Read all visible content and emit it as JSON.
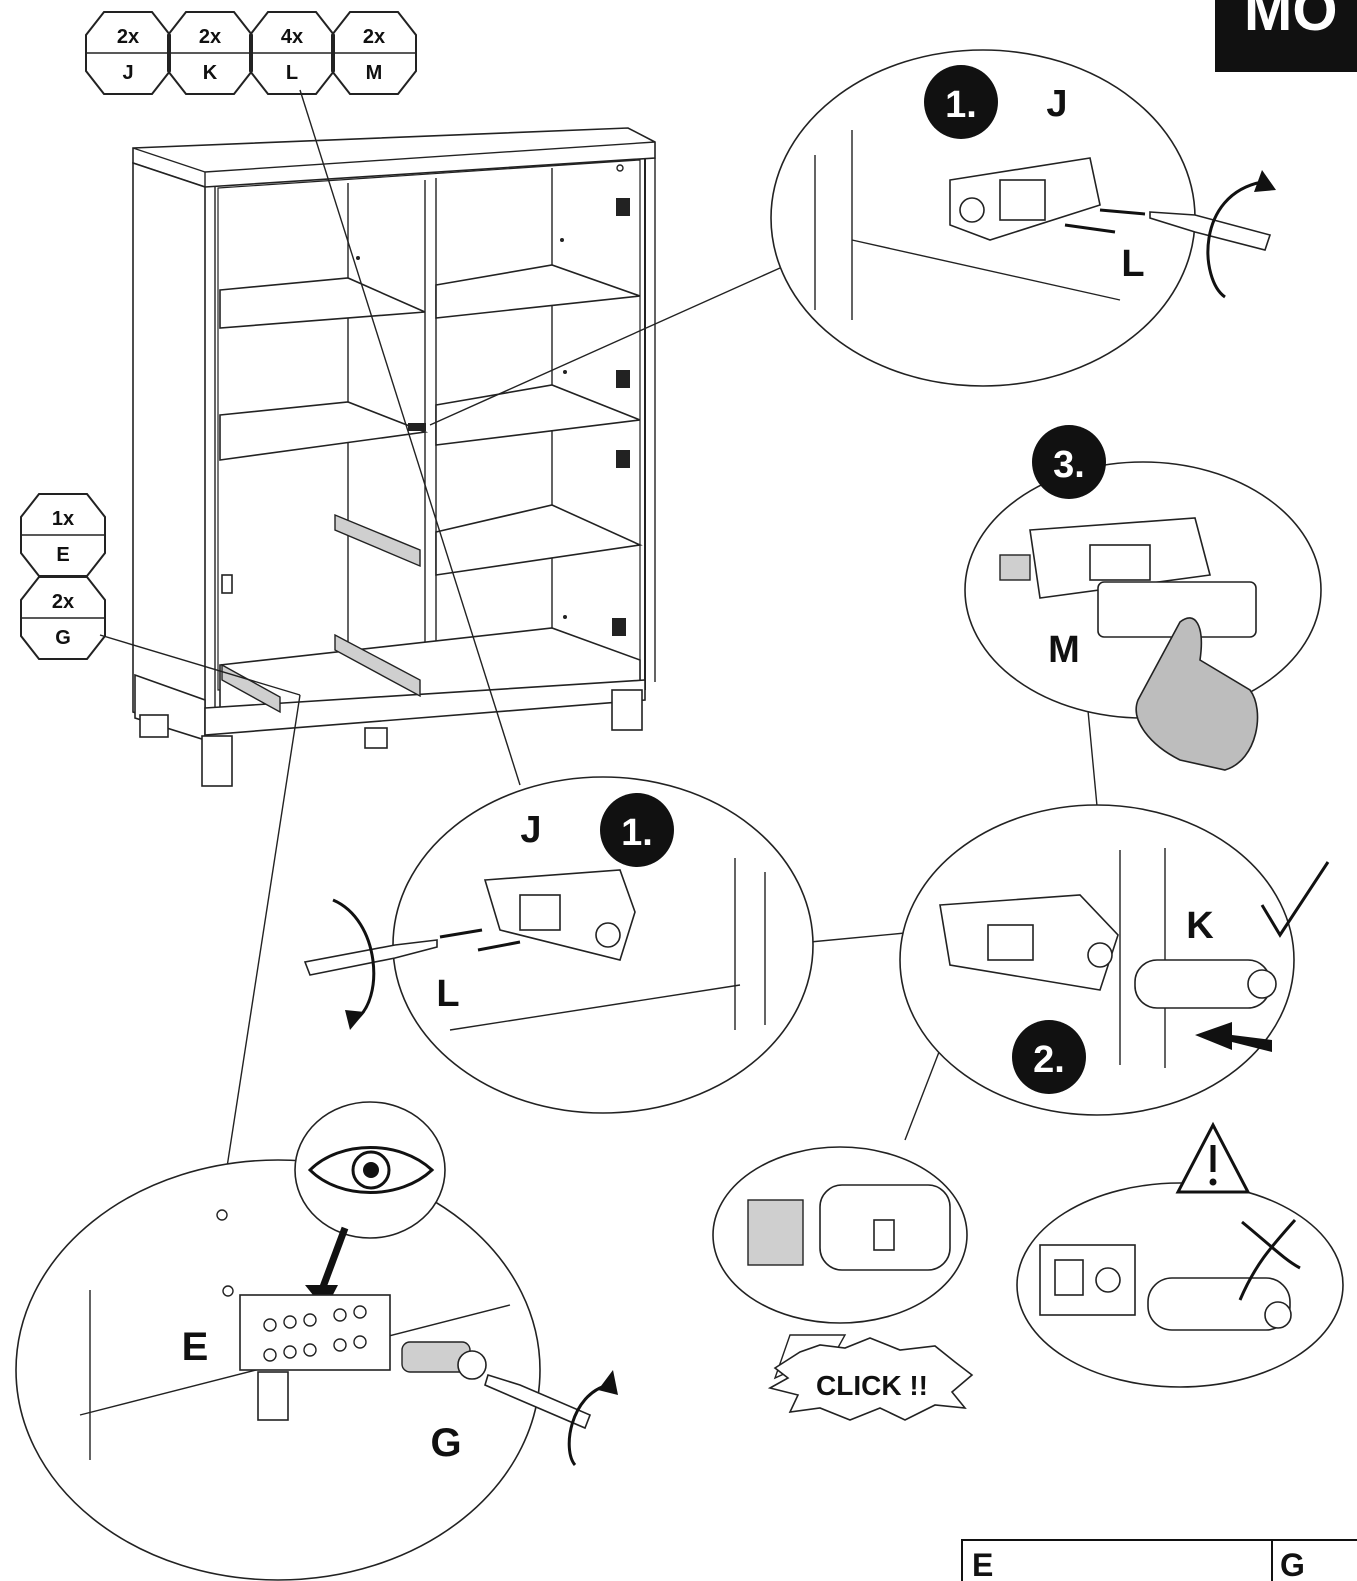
{
  "header": {
    "step_label": "MO"
  },
  "parts_top": [
    {
      "qty": "2x",
      "letter": "J"
    },
    {
      "qty": "2x",
      "letter": "K"
    },
    {
      "qty": "4x",
      "letter": "L"
    },
    {
      "qty": "2x",
      "letter": "M"
    }
  ],
  "parts_left": [
    {
      "qty": "1x",
      "letter": "E"
    },
    {
      "qty": "2x",
      "letter": "G"
    }
  ],
  "details": {
    "top_right": {
      "step": "1.",
      "part": "J",
      "screw": "L"
    },
    "step3": {
      "step": "3.",
      "part": "M"
    },
    "middle_left": {
      "step": "1.",
      "part": "J",
      "screw": "L"
    },
    "middle_right": {
      "step": "2.",
      "part": "K"
    },
    "click_text": "CLICK !!",
    "bottom_left": {
      "part_e": "E",
      "part_g": "G"
    }
  },
  "footer_table": {
    "col1": "E",
    "col2": "G"
  },
  "icons": [
    "eye-icon",
    "warning-icon",
    "checkmark-icon",
    "cross-icon",
    "rotate-arrow-icon",
    "push-arrow-icon",
    "hand-icon",
    "screwdriver-icon"
  ]
}
